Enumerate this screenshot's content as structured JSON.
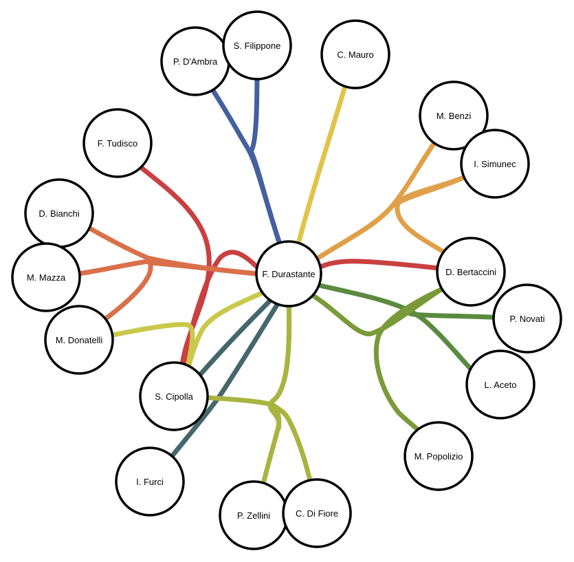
{
  "nodes": [
    {
      "id": "durastante",
      "label": "F. Durastante"
    },
    {
      "id": "dambra",
      "label": "P. D'Ambra"
    },
    {
      "id": "filippone",
      "label": "S. Filippone"
    },
    {
      "id": "mauro",
      "label": "C. Mauro"
    },
    {
      "id": "benzi",
      "label": "M. Benzi"
    },
    {
      "id": "simunec",
      "label": "I. Simunec"
    },
    {
      "id": "tudisco",
      "label": "F. Tudisco"
    },
    {
      "id": "bianchi",
      "label": "D. Bianchi"
    },
    {
      "id": "mazza",
      "label": "M. Mazza"
    },
    {
      "id": "donatelli",
      "label": "M. Donatelli"
    },
    {
      "id": "bertaccini",
      "label": "D. Bertaccini"
    },
    {
      "id": "novati",
      "label": "P. Novati"
    },
    {
      "id": "aceto",
      "label": "L. Aceto"
    },
    {
      "id": "cipolla",
      "label": "S. Cipolla"
    },
    {
      "id": "popolizio",
      "label": "M. Popolizio"
    },
    {
      "id": "furci",
      "label": "I. Furci"
    },
    {
      "id": "zellini",
      "label": "P. Zellini"
    },
    {
      "id": "difiore",
      "label": "C. Di Fiore"
    }
  ],
  "edge_colors": {
    "blue": "#44609e",
    "mustard": "#e0c44a",
    "orange": "#e0a04a",
    "red": "#c94040",
    "coral": "#d9704a",
    "olive": "#a8b440",
    "green": "#5a8a40",
    "teal": "#45676c",
    "yellowgreen": "#c9c84a",
    "leaf": "#7a9a3a"
  },
  "edge_groups": [
    {
      "color": "blue",
      "from": "durastante",
      "to": [
        "dambra",
        "filippone"
      ]
    },
    {
      "color": "mustard",
      "from": "durastante",
      "to": [
        "mauro"
      ]
    },
    {
      "color": "orange",
      "from": "durastante",
      "to": [
        "benzi",
        "simunec",
        "bertaccini"
      ]
    },
    {
      "color": "red",
      "from": "durastante",
      "to": [
        "bertaccini",
        "cipolla"
      ]
    },
    {
      "color": "red",
      "from": "cipolla",
      "to": [
        "tudisco"
      ]
    },
    {
      "color": "coral",
      "from": "durastante",
      "to": [
        "bianchi",
        "mazza",
        "donatelli"
      ]
    },
    {
      "color": "yellowgreen",
      "from": "durastante",
      "to": [
        "cipolla"
      ]
    },
    {
      "color": "yellowgreen",
      "from": "donatelli",
      "to": [
        "cipolla"
      ]
    },
    {
      "color": "olive",
      "from": "durastante",
      "to": [
        "zellini",
        "difiore"
      ]
    },
    {
      "color": "olive",
      "from": "cipolla",
      "to": [
        "zellini",
        "difiore"
      ]
    },
    {
      "color": "teal",
      "from": "durastante",
      "to": [
        "cipolla",
        "furci"
      ]
    },
    {
      "color": "green",
      "from": "durastante",
      "to": [
        "aceto"
      ]
    },
    {
      "color": "green",
      "from": "bertaccini",
      "to": [
        "novati",
        "popolizio"
      ]
    },
    {
      "color": "leaf",
      "from": "durastante",
      "to": [
        "bertaccini"
      ]
    }
  ]
}
